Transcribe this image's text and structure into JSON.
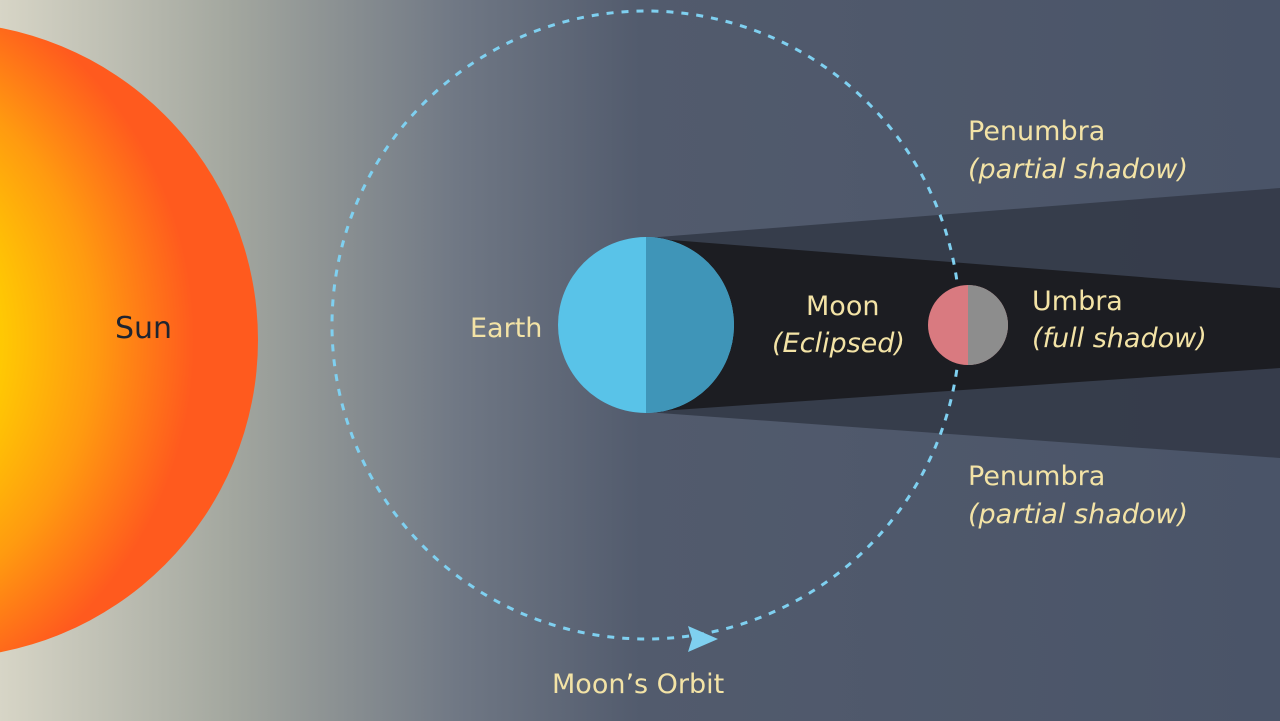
{
  "labels": {
    "sun": "Sun",
    "earth": "Earth",
    "moon": "Moon",
    "moon_state": "(Eclipsed)",
    "umbra": "Umbra",
    "umbra_desc": "(full shadow)",
    "penumbra_top": "Penumbra",
    "penumbra_top_desc": "(partial shadow)",
    "penumbra_bottom": "Penumbra",
    "penumbra_bottom_desc": "(partial shadow)",
    "orbit": "Moon’s Orbit"
  },
  "colors": {
    "background": "#4a5568",
    "label_text": "#f3e3a6",
    "sun_core": "#fff200",
    "sun_edge": "#ff5a1e",
    "earth_lit": "#59c3e8",
    "earth_shadow": "#3f95b8",
    "moon_lit": "#d97a80",
    "moon_shadow": "#8d8d8d",
    "umbra": "#1c1d22",
    "penumbra": "#343b49",
    "orbit": "#7fd0f0"
  },
  "icons": [
    "orbit-direction-arrow-icon"
  ]
}
